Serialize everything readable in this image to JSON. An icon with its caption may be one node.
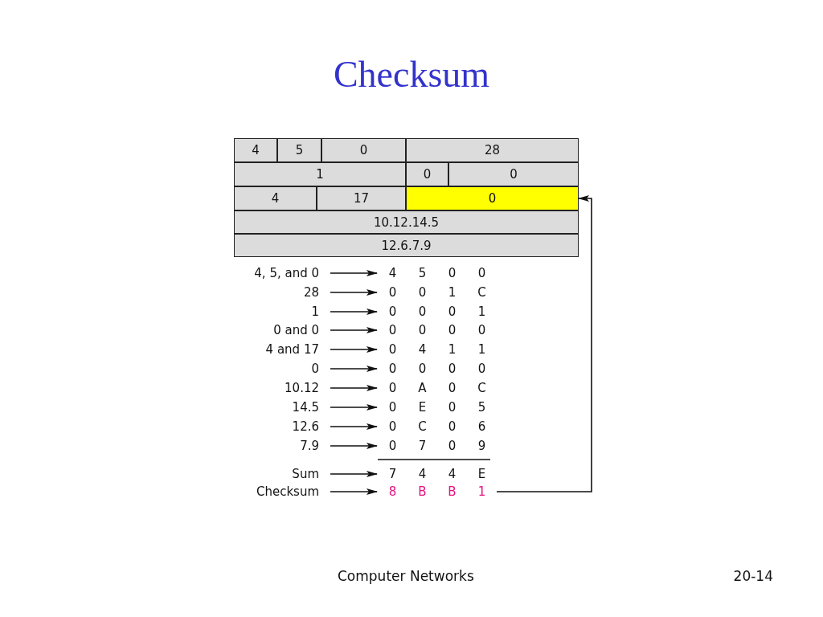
{
  "diagram": {
    "title": "Checksum",
    "nodes": [
      {
        "text": [
          "4"
        ]
      },
      {
        "text": [
          "5"
        ]
      },
      {
        "text": [
          "0"
        ]
      },
      {
        "text": [
          "28"
        ]
      },
      {
        "text": [
          "1"
        ]
      },
      {
        "text": [
          "0"
        ]
      },
      {
        "text": [
          "0"
        ]
      },
      {
        "text": [
          "4"
        ]
      },
      {
        "text": [
          "17"
        ]
      },
      {
        "text": [
          "0"
        ]
      },
      {
        "text": [
          "10.12.14.5"
        ]
      },
      {
        "text": [
          "12.6.7.9"
        ]
      },
      {
        "text": [
          "4, 5, and 0"
        ]
      },
      {
        "text": [
          "4",
          "5",
          "0",
          "0"
        ]
      },
      {
        "text": [
          "28"
        ]
      },
      {
        "text": [
          "0",
          "0",
          "1",
          "C"
        ]
      },
      {
        "text": [
          "1"
        ]
      },
      {
        "text": [
          "0",
          "0",
          "0",
          "1"
        ]
      },
      {
        "text": [
          "0 and 0"
        ]
      },
      {
        "text": [
          "0",
          "0",
          "0",
          "0"
        ]
      },
      {
        "text": [
          "4 and 17"
        ]
      },
      {
        "text": [
          "0",
          "4",
          "1",
          "1"
        ]
      },
      {
        "text": [
          "0"
        ]
      },
      {
        "text": [
          "0",
          "0",
          "0",
          "0"
        ]
      },
      {
        "text": [
          "10.12"
        ]
      },
      {
        "text": [
          "0",
          "A",
          "0",
          "C"
        ]
      },
      {
        "text": [
          "14.5"
        ]
      },
      {
        "text": [
          "0",
          "E",
          "0",
          "5"
        ]
      },
      {
        "text": [
          "12.6"
        ]
      },
      {
        "text": [
          "0",
          "C",
          "0",
          "6"
        ]
      },
      {
        "text": [
          "7.9"
        ]
      },
      {
        "text": [
          "0",
          "7",
          "0",
          "9"
        ]
      },
      {
        "text": [
          "Sum"
        ]
      },
      {
        "text": [
          "7",
          "4",
          "4",
          "E"
        ]
      },
      {
        "text": [
          "Checksum"
        ]
      },
      {
        "text": [
          "8",
          "B",
          "B",
          "1"
        ]
      }
    ],
    "edges": [
      {
        "from": 12,
        "to": 13,
        "arrow": "to"
      },
      {
        "from": 14,
        "to": 15,
        "arrow": "to"
      },
      {
        "from": 16,
        "to": 17,
        "arrow": "to"
      },
      {
        "from": 18,
        "to": 19,
        "arrow": "to"
      },
      {
        "from": 20,
        "to": 21,
        "arrow": "to"
      },
      {
        "from": 22,
        "to": 23,
        "arrow": "to"
      },
      {
        "from": 24,
        "to": 25,
        "arrow": "to"
      },
      {
        "from": 26,
        "to": 27,
        "arrow": "to"
      },
      {
        "from": 28,
        "to": 29,
        "arrow": "to"
      },
      {
        "from": 30,
        "to": 31,
        "arrow": "to"
      },
      {
        "from": 32,
        "to": 33,
        "arrow": "to"
      },
      {
        "from": 34,
        "to": 35,
        "arrow": "to"
      },
      {
        "from": 35,
        "to": 9,
        "arrow": "to"
      }
    ],
    "labels": [
      "Computer Networks",
      "20-14"
    ]
  }
}
